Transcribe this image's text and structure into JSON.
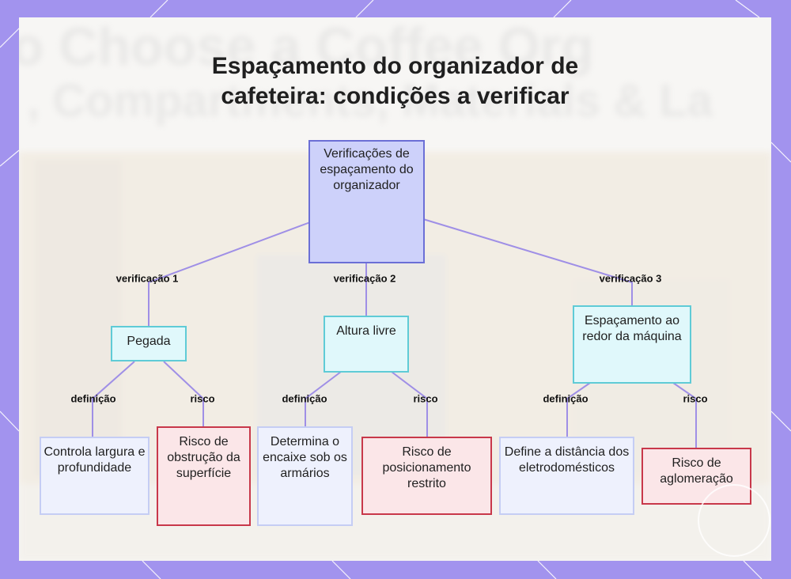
{
  "title_line1": "Espaçamento do organizador de",
  "title_line2": "cafeteira: condições a verificar",
  "background_text": {
    "line1": "o Choose a Coffee Org",
    "line2": ", Compartments, Materials & La"
  },
  "root": {
    "label": "Verificações de espaçamento do organizador"
  },
  "checks": [
    {
      "edge_label": "verificação 1",
      "label": "Pegada",
      "definition": {
        "edge_label": "definição",
        "label": "Controla largura e profundidade"
      },
      "risk": {
        "edge_label": "risco",
        "label": "Risco de obstrução da superfície"
      }
    },
    {
      "edge_label": "verificação 2",
      "label": "Altura livre",
      "definition": {
        "edge_label": "definição",
        "label": "Determina o encaixe sob os armários"
      },
      "risk": {
        "edge_label": "risco",
        "label": "Risco de posicionamento restrito"
      }
    },
    {
      "edge_label": "verificação 3",
      "label": "Espaçamento ao redor da máquina",
      "definition": {
        "edge_label": "definição",
        "label": "Define a distância dos eletrodomésticos"
      },
      "risk": {
        "edge_label": "risco",
        "label": "Risco de aglomeração"
      }
    }
  ],
  "colors": {
    "frame": "#a293ee",
    "root_fill": "#cdd1fa",
    "root_border": "#6b6fd6",
    "check_fill": "#e0f8fb",
    "check_border": "#5fcbd6",
    "definition_fill": "#eef1fd",
    "definition_border": "#c5cdf4",
    "risk_fill": "#fbe6e8",
    "risk_border": "#c8384a",
    "edge": "#9f8fe6"
  }
}
